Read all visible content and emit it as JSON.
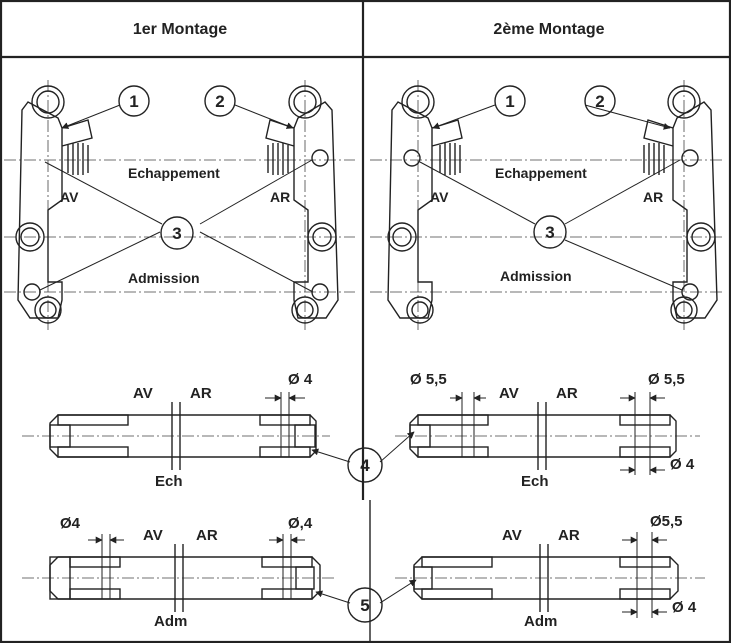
{
  "headers": {
    "left": "1er Montage",
    "right": "2ème Montage"
  },
  "callouts": [
    "1",
    "2",
    "3",
    "4",
    "5"
  ],
  "labels": {
    "av": "AV",
    "ar": "AR",
    "echappement": "Echappement",
    "admission": "Admission",
    "ech": "Ech",
    "adm": "Adm"
  },
  "diameters": {
    "d4": "Ø 4",
    "d4_short": "Ø4",
    "d04": "Ø,4",
    "d55": "Ø 5,5",
    "d55b": "Ø5,5"
  }
}
